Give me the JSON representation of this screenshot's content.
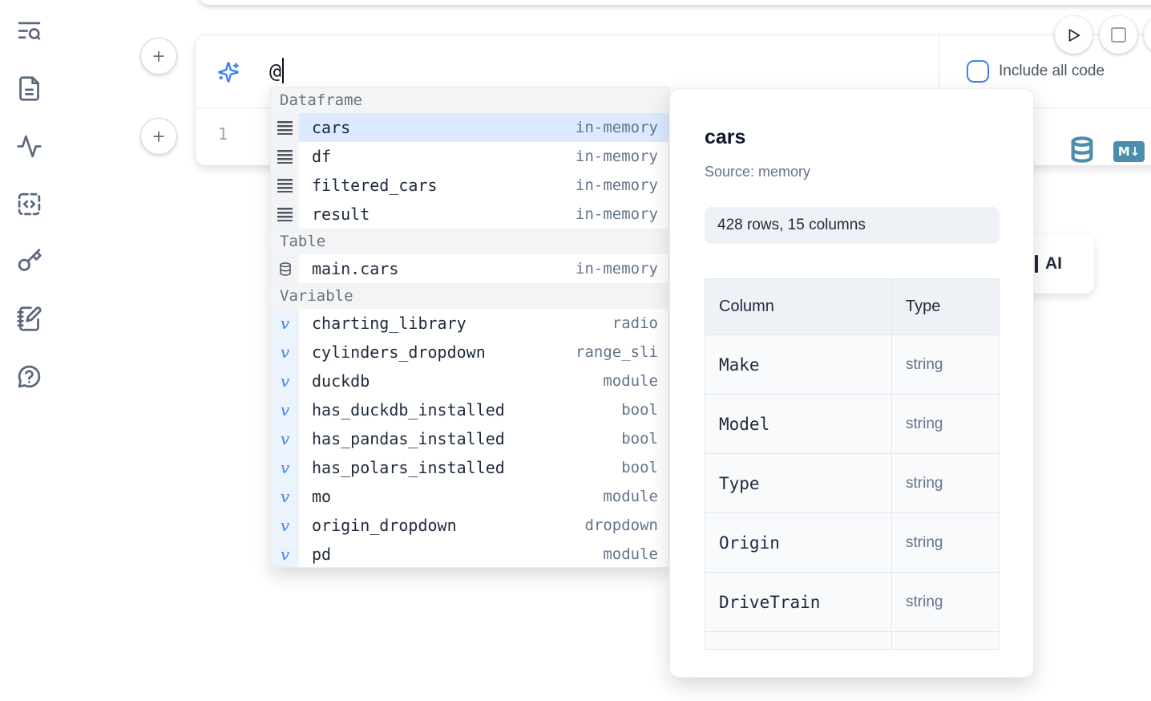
{
  "colors": {
    "accent_blue": "#3b82f6",
    "steel_blue": "#4e8cad",
    "selection_bg": "#dbeafe"
  },
  "sidebar": {
    "items": [
      {
        "icon": "toc-search-icon"
      },
      {
        "icon": "file-text-icon"
      },
      {
        "icon": "activity-icon"
      },
      {
        "icon": "code-snippet-icon"
      },
      {
        "icon": "key-icon"
      },
      {
        "icon": "notebook-pen-icon"
      },
      {
        "icon": "help-circle-icon"
      }
    ]
  },
  "cell": {
    "prompt_value": "@",
    "include_all_code_label": "Include all code",
    "line_number": "1",
    "output_icons": [
      "database-icon",
      "markdown-icon"
    ],
    "markdown_badge": "M↓"
  },
  "ai_card": {
    "visible_label": "AI"
  },
  "autocomplete": {
    "sections": [
      {
        "label": "Dataframe",
        "items": [
          {
            "name": "cars",
            "type": "in-memory",
            "selected": true
          },
          {
            "name": "df",
            "type": "in-memory"
          },
          {
            "name": "filtered_cars",
            "type": "in-memory"
          },
          {
            "name": "result",
            "type": "in-memory"
          }
        ]
      },
      {
        "label": "Table",
        "items": [
          {
            "name": "main.cars",
            "type": "in-memory"
          }
        ]
      },
      {
        "label": "Variable",
        "items": [
          {
            "name": "charting_library",
            "type": "radio"
          },
          {
            "name": "cylinders_dropdown",
            "type": "range_sli"
          },
          {
            "name": "duckdb",
            "type": "module"
          },
          {
            "name": "has_duckdb_installed",
            "type": "bool"
          },
          {
            "name": "has_pandas_installed",
            "type": "bool"
          },
          {
            "name": "has_polars_installed",
            "type": "bool"
          },
          {
            "name": "mo",
            "type": "module"
          },
          {
            "name": "origin_dropdown",
            "type": "dropdown"
          },
          {
            "name": "pd",
            "type": "module"
          }
        ]
      }
    ]
  },
  "preview": {
    "title": "cars",
    "source": "Source: memory",
    "shape": "428 rows, 15 columns",
    "table": {
      "headers": [
        "Column",
        "Type"
      ],
      "rows": [
        {
          "column": "Make",
          "type": "string"
        },
        {
          "column": "Model",
          "type": "string"
        },
        {
          "column": "Type",
          "type": "string"
        },
        {
          "column": "Origin",
          "type": "string"
        },
        {
          "column": "DriveTrain",
          "type": "string"
        }
      ]
    }
  }
}
